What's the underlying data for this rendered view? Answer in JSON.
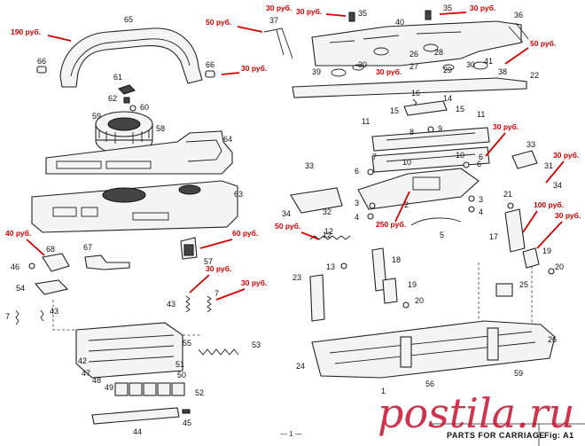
{
  "title": "PARTS FOR CARRIAGE",
  "figure": "Fig: A1",
  "page_number": "— 1 —",
  "watermark": "postila.ru",
  "price_labels": [
    {
      "text": "190 руб."
    },
    {
      "text": "50 руб."
    },
    {
      "text": "30 руб."
    },
    {
      "text": "30 руб."
    },
    {
      "text": "50 руб."
    },
    {
      "text": "30 руб."
    },
    {
      "text": "30 руб."
    },
    {
      "text": "30 руб."
    },
    {
      "text": "30 руб."
    },
    {
      "text": "100 руб."
    },
    {
      "text": "250 руб."
    },
    {
      "text": "50 руб."
    },
    {
      "text": "40 руб."
    },
    {
      "text": "60 руб."
    },
    {
      "text": "30 руб."
    },
    {
      "text": "30 руб."
    },
    {
      "text": "30 руб."
    },
    {
      "text": "30 руб."
    }
  ],
  "part_numbers": [
    "65",
    "66",
    "66",
    "61",
    "62",
    "60",
    "59",
    "58",
    "64",
    "63",
    "37",
    "35",
    "35",
    "36",
    "40",
    "22",
    "39",
    "30",
    "26",
    "27",
    "28",
    "29",
    "30",
    "41",
    "38",
    "16",
    "14",
    "15",
    "15",
    "8",
    "9",
    "10",
    "10",
    "11",
    "11",
    "7",
    "6",
    "33",
    "31",
    "34",
    "33",
    "32",
    "34",
    "6",
    "4",
    "3",
    "2",
    "1",
    "4",
    "3",
    "5",
    "21",
    "17",
    "19",
    "20",
    "12",
    "13",
    "18",
    "19",
    "20",
    "23",
    "24",
    "25",
    "26",
    "59",
    "56",
    "57",
    "68",
    "67",
    "46",
    "54",
    "43",
    "7",
    "43",
    "7",
    "55",
    "53",
    "42",
    "47",
    "48",
    "49",
    "51",
    "50",
    "52",
    "44",
    "45",
    "6",
    "12"
  ]
}
